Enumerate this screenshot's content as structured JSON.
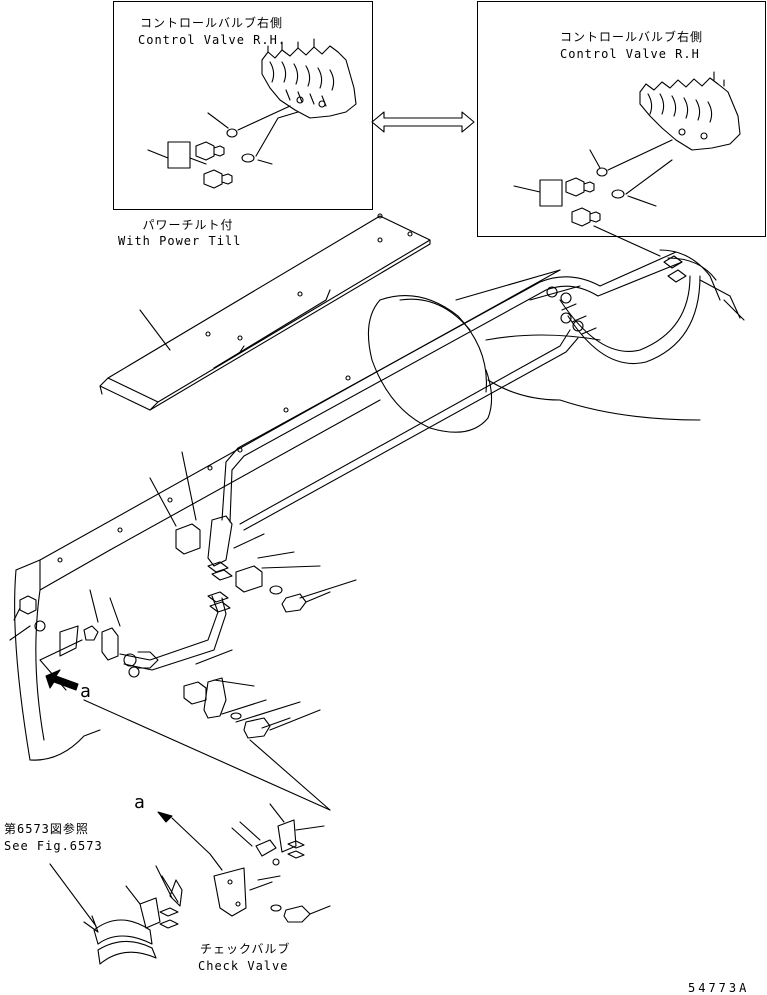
{
  "inset_left": {
    "label_jp": "コントロールバルブ右側",
    "label_en": "Control Valve R.H."
  },
  "inset_right": {
    "label_jp": "コントロールバルブ右側",
    "label_en": "Control Valve R.H"
  },
  "power_tilt": {
    "label_jp": "パワーチルト付",
    "label_en": "With Power Till"
  },
  "detail_ref": "a",
  "see_fig": {
    "label_jp": "第6573図参照",
    "label_en": "See Fig.6573"
  },
  "check_valve": {
    "label_jp": "チェックバルブ",
    "label_en": "Check Valve"
  },
  "drawing_number": "54773A"
}
